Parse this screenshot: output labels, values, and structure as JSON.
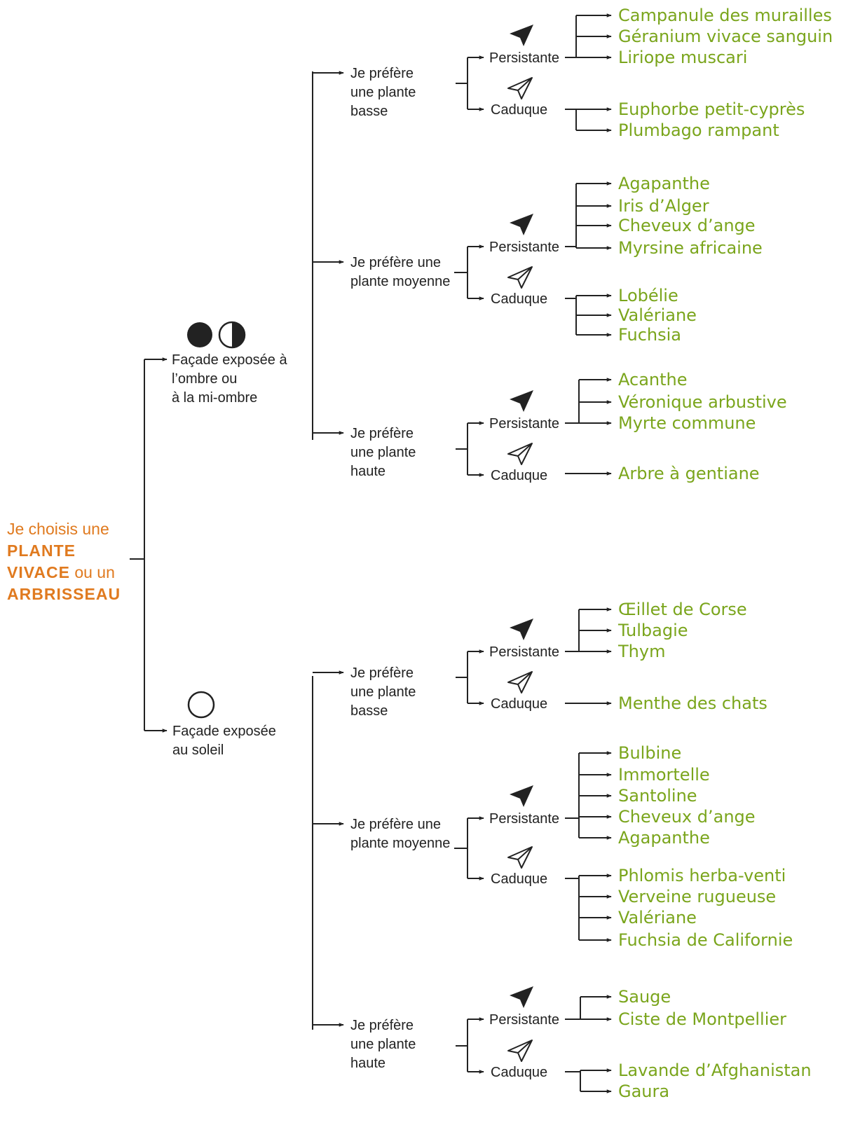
{
  "root": {
    "line1": "Je choisis une",
    "line2": "PLANTE",
    "line3a": "VIVACE",
    "line3b": " ou un",
    "line4": "ARBRISSEAU"
  },
  "colors": {
    "root": "#e07a1f",
    "plant": "#7aa51c",
    "lines": "#222222"
  },
  "icons": {
    "shade": [
      "full-moon-shadow-icon",
      "half-moon-icon"
    ],
    "sun": "sun-circle-icon",
    "persistent": "filled-paper-plane-icon",
    "deciduous": "outline-paper-plane-icon"
  },
  "exposures": [
    {
      "label": [
        "Façade exposée à",
        "l’ombre ou",
        "à la mi-ombre"
      ],
      "heights": [
        {
          "label": [
            "Je préfère",
            "une  plante",
            "basse"
          ],
          "persistante": {
            "label": "Persistante",
            "plants": [
              "Campanule des murailles",
              "Géranium vivace sanguin",
              "Liriope muscari"
            ]
          },
          "caduque": {
            "label": "Caduque",
            "plants": [
              "Euphorbe petit-cyprès",
              "Plumbago rampant"
            ]
          }
        },
        {
          "label": [
            "Je préfère une",
            "plante moyenne"
          ],
          "persistante": {
            "label": "Persistante",
            "plants": [
              "Agapanthe",
              "Iris d’Alger",
              "Cheveux d’ange",
              "Myrsine africaine"
            ]
          },
          "caduque": {
            "label": "Caduque",
            "plants": [
              "Lobélie",
              "Valériane",
              "Fuchsia"
            ]
          }
        },
        {
          "label": [
            "Je préfère",
            "une  plante",
            "haute"
          ],
          "persistante": {
            "label": "Persistante",
            "plants": [
              "Acanthe",
              "Véronique arbustive",
              "Myrte commune"
            ]
          },
          "caduque": {
            "label": "Caduque",
            "plants": [
              "Arbre à gentiane"
            ]
          }
        }
      ]
    },
    {
      "label": [
        "Façade exposée",
        "au soleil"
      ],
      "heights": [
        {
          "label": [
            "Je préfère",
            "une  plante",
            "basse"
          ],
          "persistante": {
            "label": "Persistante",
            "plants": [
              "Œillet de Corse",
              "Tulbagie",
              "Thym"
            ]
          },
          "caduque": {
            "label": "Caduque",
            "plants": [
              "Menthe des chats"
            ]
          }
        },
        {
          "label": [
            "Je préfère une",
            "plante moyenne"
          ],
          "persistante": {
            "label": "Persistante",
            "plants": [
              "Bulbine",
              "Immortelle",
              "Santoline",
              "Cheveux d’ange",
              "Agapanthe"
            ]
          },
          "caduque": {
            "label": "Caduque",
            "plants": [
              "Phlomis herba-venti",
              "Verveine rugueuse",
              "Valériane",
              "Fuchsia de Californie"
            ]
          }
        },
        {
          "label": [
            "Je préfère",
            "une  plante",
            "haute"
          ],
          "persistante": {
            "label": "Persistante",
            "plants": [
              "Sauge",
              "Ciste de Montpellier"
            ]
          },
          "caduque": {
            "label": "Caduque",
            "plants": [
              "Lavande d’Afghanistan",
              "Gaura"
            ]
          }
        }
      ]
    }
  ]
}
